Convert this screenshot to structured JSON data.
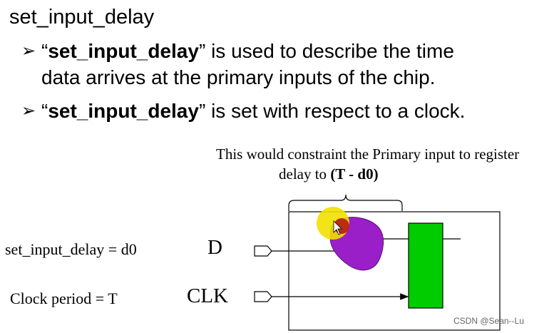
{
  "title": "set_input_delay",
  "bullets": [
    {
      "arrow": "➢",
      "quote_open": "“",
      "keyword": "set_input_delay",
      "rest": "”  is used to describe the time",
      "line2": "data arrives at the primary inputs of the chip."
    },
    {
      "arrow": "➢",
      "quote_open": "“",
      "keyword": "set_input_delay",
      "rest": "” is set with respect to a clock."
    }
  ],
  "diagram": {
    "note_line1": "This would constraint the Primary input to register",
    "note_line2_prefix": "delay to ",
    "note_line2_bold": "(T - d0)",
    "label_delay": "set_input_delay = d0",
    "label_clock": "Clock period  =  T",
    "pin_d": "D",
    "pin_clk": "CLK",
    "colors": {
      "logic_cloud": "#9b1fc9",
      "register": "#00cc00",
      "cursor_highlight": "#f2e000",
      "cursor_center": "#b01010"
    }
  },
  "watermark": "CSDN @Sean--Lu"
}
